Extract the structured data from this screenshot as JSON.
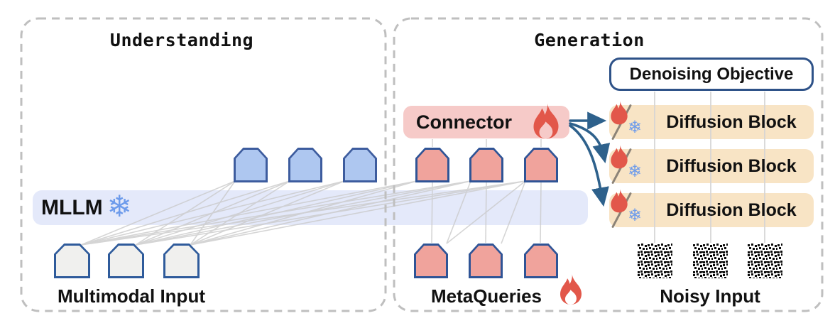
{
  "panels": {
    "understanding": {
      "title": "Understanding"
    },
    "generation": {
      "title": "Generation"
    }
  },
  "mllm": {
    "label": "MLLM",
    "state_icon": "snowflake-icon (frozen)"
  },
  "tokens": {
    "multimodal_input": {
      "label": "Multimodal Input",
      "count": 3
    },
    "output_tokens": {
      "count": 3
    },
    "query_hidden_tokens": {
      "count": 3
    },
    "metaqueries": {
      "label": "MetaQueries",
      "state_icon": "flame-icon (trainable)",
      "count": 3
    }
  },
  "connector": {
    "label": "Connector",
    "state_icon": "flame-icon (trainable)"
  },
  "denoising_objective": {
    "label": "Denoising Objective"
  },
  "diffusion_blocks": [
    {
      "label": "Diffusion Block",
      "state_icon": "flame-slash-snowflake (partially trainable)"
    },
    {
      "label": "Diffusion Block",
      "state_icon": "flame-slash-snowflake (partially trainable)"
    },
    {
      "label": "Diffusion Block",
      "state_icon": "flame-slash-snowflake (partially trainable)"
    }
  ],
  "noisy_input": {
    "label": "Noisy Input",
    "count": 3
  },
  "icons": {
    "snowflake_glyph": "❄"
  },
  "colors": {
    "token_blue_fill": "#AEC7F0",
    "token_gray_fill": "#F0F0EE",
    "token_red_fill": "#F0A39C",
    "token_border": "#2F5496",
    "mllm_band": "#E4E9FA",
    "connector_bg": "#F6CAC8",
    "diffusion_bg": "#F8E4C5",
    "denoise_border": "#2E5288",
    "flame_red": "#E2574A",
    "snowflake_blue": "#6D9BEB",
    "arrow_blue": "#2E618C",
    "attention_line": "#CBCBCB",
    "dashed_border": "#BFBFBF"
  }
}
